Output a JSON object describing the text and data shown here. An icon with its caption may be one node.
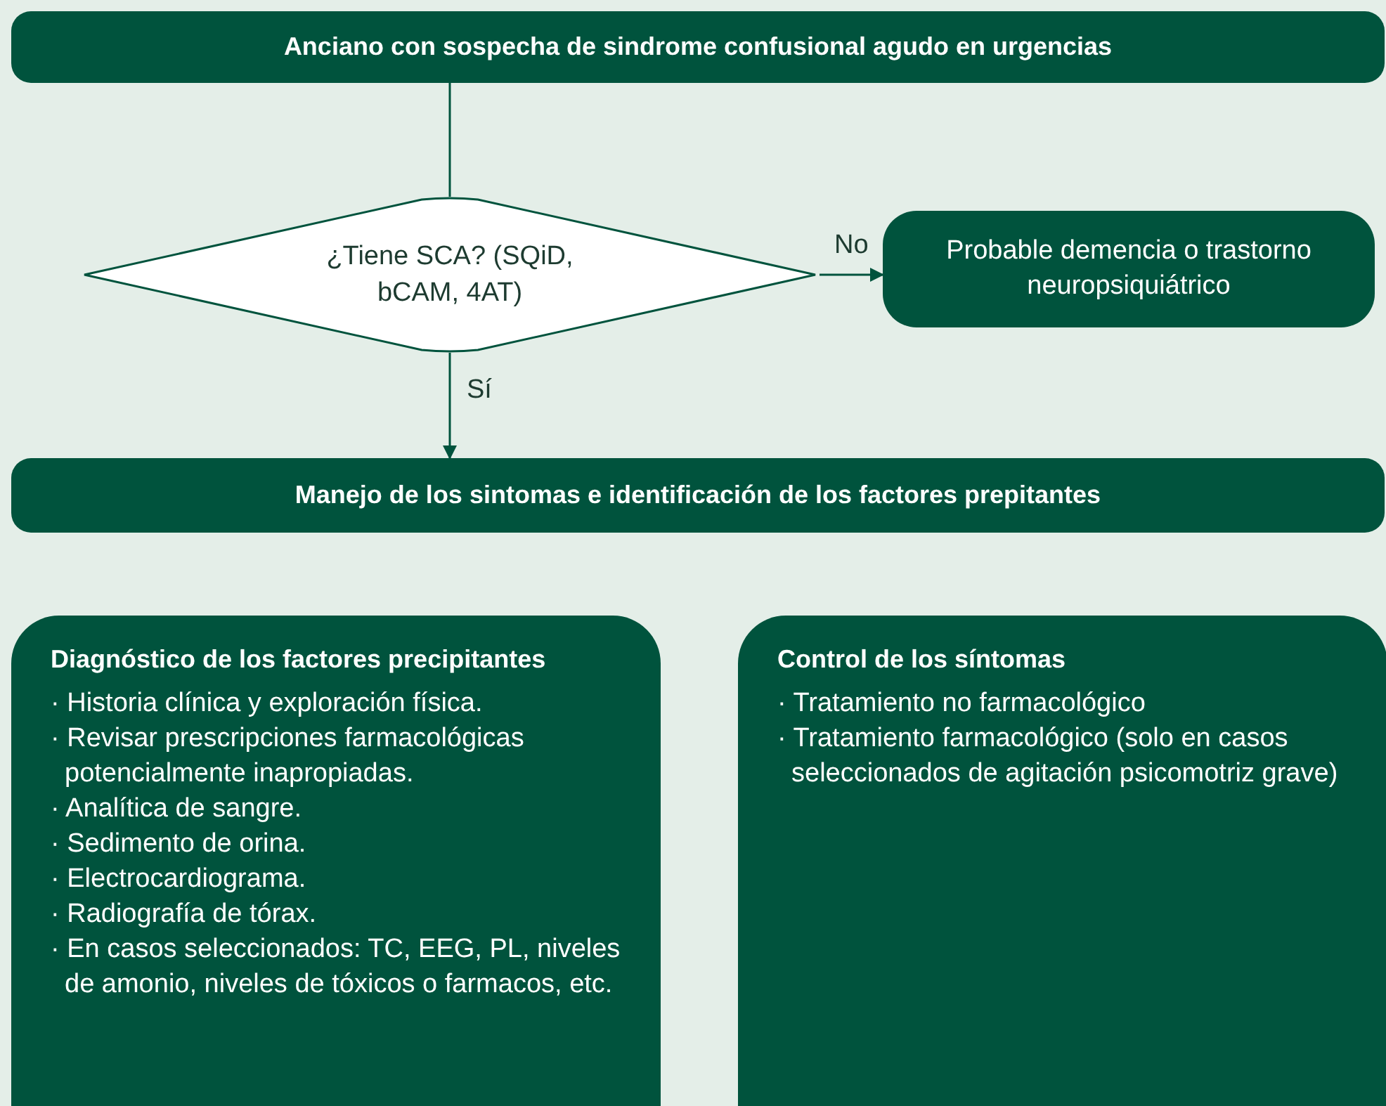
{
  "diagram": {
    "nodes": [
      {
        "text": [
          "Anciano con sospecha de sindrome confusional agudo en urgencias"
        ]
      },
      {
        "text": [
          "¿Tiene SCA? (SQiD, bCAM, 4AT)"
        ]
      },
      {
        "text": [
          "Probable demencia o trastorno neuropsiquiátrico"
        ]
      },
      {
        "text": [
          "Manejo de los sintomas e identificación de los factores prepitantes"
        ]
      },
      {
        "text": [
          "Diagnóstico de los factores precipitantes",
          "· Historia clínica y exploración física.",
          "· Revisar prescripciones farmacológicas potencialmente inapropiadas.",
          "· Analítica de sangre.",
          "· Sedimento de orina.",
          "· Electrocardiograma.",
          "· Radiografía de tórax.",
          "· En casos seleccionados: TC, EEG, PL, niveles de amonio, niveles de tóxicos o farmacos, etc."
        ]
      },
      {
        "text": [
          "Control de los síntomas",
          "· Tratamiento no farmacológico",
          "· Tratamiento farmacológico (solo en casos seleccionados de agitación psicomotriz grave)"
        ]
      }
    ],
    "edges": [
      {
        "from": 0,
        "to": 1,
        "arrow": "none"
      },
      {
        "from": 1,
        "to": 2,
        "arrow": "to",
        "label": "No"
      },
      {
        "from": 1,
        "to": 3,
        "arrow": "to",
        "label": "Sí"
      }
    ]
  }
}
